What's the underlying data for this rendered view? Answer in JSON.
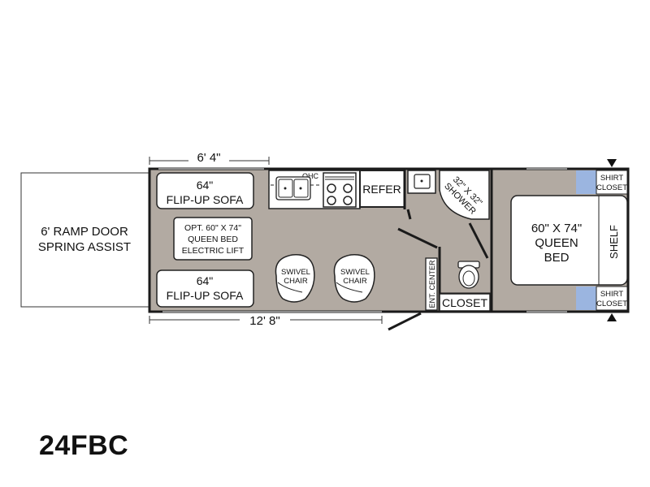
{
  "model": "24FBC",
  "ramp_door": {
    "line1": "6' RAMP DOOR",
    "line2": "SPRING ASSIST"
  },
  "dimensions": {
    "garage_width": "6' 4\"",
    "garage_length": "12' 8\""
  },
  "sofa_top": {
    "line1": "64\"",
    "line2": "FLIP-UP SOFA"
  },
  "sofa_bottom": {
    "line1": "64\"",
    "line2": "FLIP-UP SOFA"
  },
  "opt_bed": {
    "line1": "OPT. 60\" X 74\"",
    "line2": "QUEEN BED",
    "line3": "ELECTRIC LIFT"
  },
  "chair_left": {
    "line1": "SWIVEL",
    "line2": "CHAIR"
  },
  "chair_right": {
    "line1": "SWIVEL",
    "line2": "CHAIR"
  },
  "ohc": "OHC",
  "refer": "REFER",
  "shower": {
    "line1": "32\" X 32\"",
    "line2": "SHOWER"
  },
  "ent_center": "ENT. CENTER",
  "closet": "CLOSET",
  "queen_bed": {
    "line1": "60\" X 74\"",
    "line2": "QUEEN",
    "line3": "BED"
  },
  "shelf": "SHELF",
  "shirt_closet_top": {
    "line1": "SHIRT",
    "line2": "CLOSET"
  },
  "shirt_closet_bottom": {
    "line1": "SHIRT",
    "line2": "CLOSET"
  },
  "colors": {
    "floor": "#b2aaa2",
    "wall": "#1a1a1a",
    "furniture": "#ffffff",
    "closet_accent": "#9bb5e0"
  }
}
